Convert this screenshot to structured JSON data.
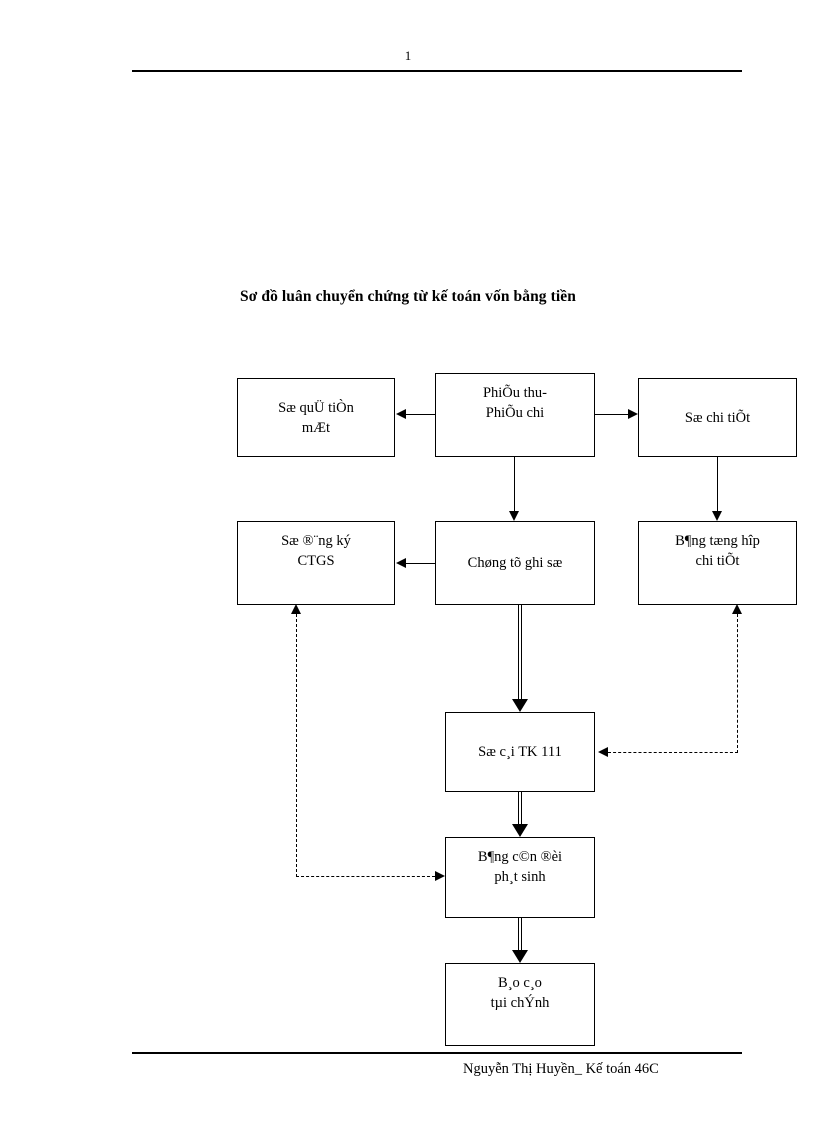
{
  "document": {
    "page_number": "1",
    "title": "Sơ đồ luân chuyển chứng từ kế toán vốn bằng tiền",
    "footer": "Nguyễn Thị Huyền_ Kế toán 46C"
  },
  "diagram": {
    "type": "flowchart",
    "nodes": [
      {
        "id": "so-quy-tien-mat",
        "label": "Sæ quÜ tiÒn\nmÆt",
        "row": 1,
        "col": "left"
      },
      {
        "id": "phieu-thu-chi",
        "label": "PhiÕu thu-\nPhiÕu  chi",
        "row": 1,
        "col": "center"
      },
      {
        "id": "so-chi-tiet",
        "label": "Sæ chi tiÕt",
        "row": 1,
        "col": "right"
      },
      {
        "id": "so-dang-ky-ctgs",
        "label": "Sæ ®¨ng ký\nCTGS",
        "row": 2,
        "col": "left"
      },
      {
        "id": "chung-tu-ghi-so",
        "label": "Chøng tõ ghi  sæ",
        "row": 2,
        "col": "center"
      },
      {
        "id": "bang-tong-hop",
        "label": "B¶ng tæng hîp\nchi tiÕt",
        "row": 2,
        "col": "right"
      },
      {
        "id": "so-cai-tk-111",
        "label": "Sæ c¸i TK 111",
        "row": 3,
        "col": "center"
      },
      {
        "id": "bang-can-doi",
        "label": "B¶ng c©n ®èi\nph¸t sinh",
        "row": 4,
        "col": "center"
      },
      {
        "id": "bao-cao-tai-chinh",
        "label": "B¸o c¸o\ntµi chÝnh",
        "row": 5,
        "col": "center"
      }
    ],
    "edges": [
      {
        "from": "phieu-thu-chi",
        "to": "so-quy-tien-mat",
        "style": "solid",
        "direction": "left"
      },
      {
        "from": "phieu-thu-chi",
        "to": "so-chi-tiet",
        "style": "solid",
        "direction": "right"
      },
      {
        "from": "phieu-thu-chi",
        "to": "chung-tu-ghi-so",
        "style": "solid",
        "direction": "down"
      },
      {
        "from": "so-chi-tiet",
        "to": "bang-tong-hop",
        "style": "solid",
        "direction": "down"
      },
      {
        "from": "chung-tu-ghi-so",
        "to": "so-dang-ky-ctgs",
        "style": "solid",
        "direction": "left"
      },
      {
        "from": "chung-tu-ghi-so",
        "to": "so-cai-tk-111",
        "style": "double",
        "direction": "down"
      },
      {
        "from": "so-cai-tk-111",
        "to": "bang-can-doi",
        "style": "double",
        "direction": "down"
      },
      {
        "from": "bang-can-doi",
        "to": "bao-cao-tai-chinh",
        "style": "double",
        "direction": "down"
      },
      {
        "from": "bang-tong-hop",
        "to": "so-cai-tk-111",
        "style": "dashed",
        "direction": "left-up"
      },
      {
        "from": "so-dang-ky-ctgs",
        "to": "bang-can-doi",
        "style": "dashed",
        "direction": "right-down"
      }
    ]
  }
}
